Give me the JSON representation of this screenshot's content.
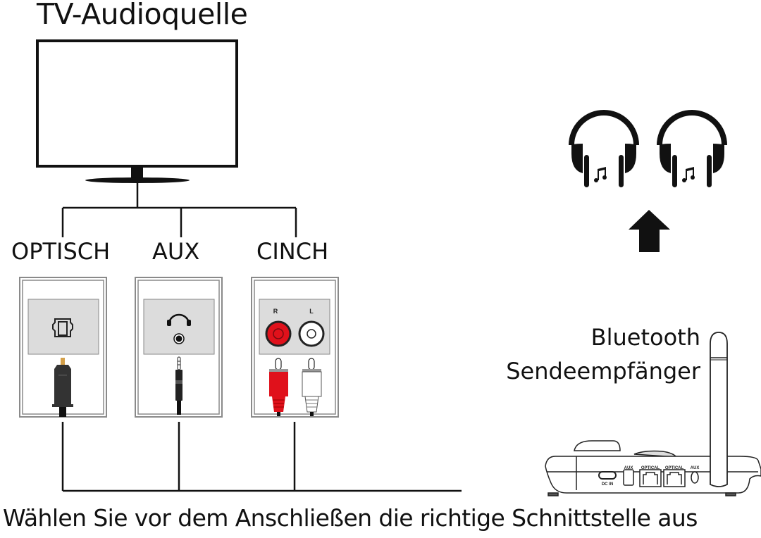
{
  "title": "TV-Audioquelle",
  "ports": [
    {
      "label": "OPTISCH",
      "icon": "optical-toslink-icon",
      "plug": "toslink-plug"
    },
    {
      "label": "AUX",
      "icon": "headphone-jack-icon",
      "plug": "3.5mm-jack-plug"
    },
    {
      "label": "CINCH",
      "icon": "rca-sockets-icon",
      "plug": "rca-plugs",
      "channels": [
        "R",
        "L"
      ]
    }
  ],
  "device": {
    "label_line1": "Bluetooth",
    "label_line2": "Sendeempfänger",
    "port_labels": [
      "DC IN",
      "AUX",
      "OPTICAL",
      "OPTICAL",
      "AUX"
    ]
  },
  "receivers": {
    "count": 2,
    "icon": "headphones-music-icon",
    "arrow": "arrow-up-icon"
  },
  "footer": "Wählen Sie vor dem Anschließen die richtige Schnittstelle aus",
  "colors": {
    "red": "#e0111b",
    "panel_gray": "#dcdcdc",
    "frame_gray": "#8a8a8a",
    "line": "#111111"
  }
}
